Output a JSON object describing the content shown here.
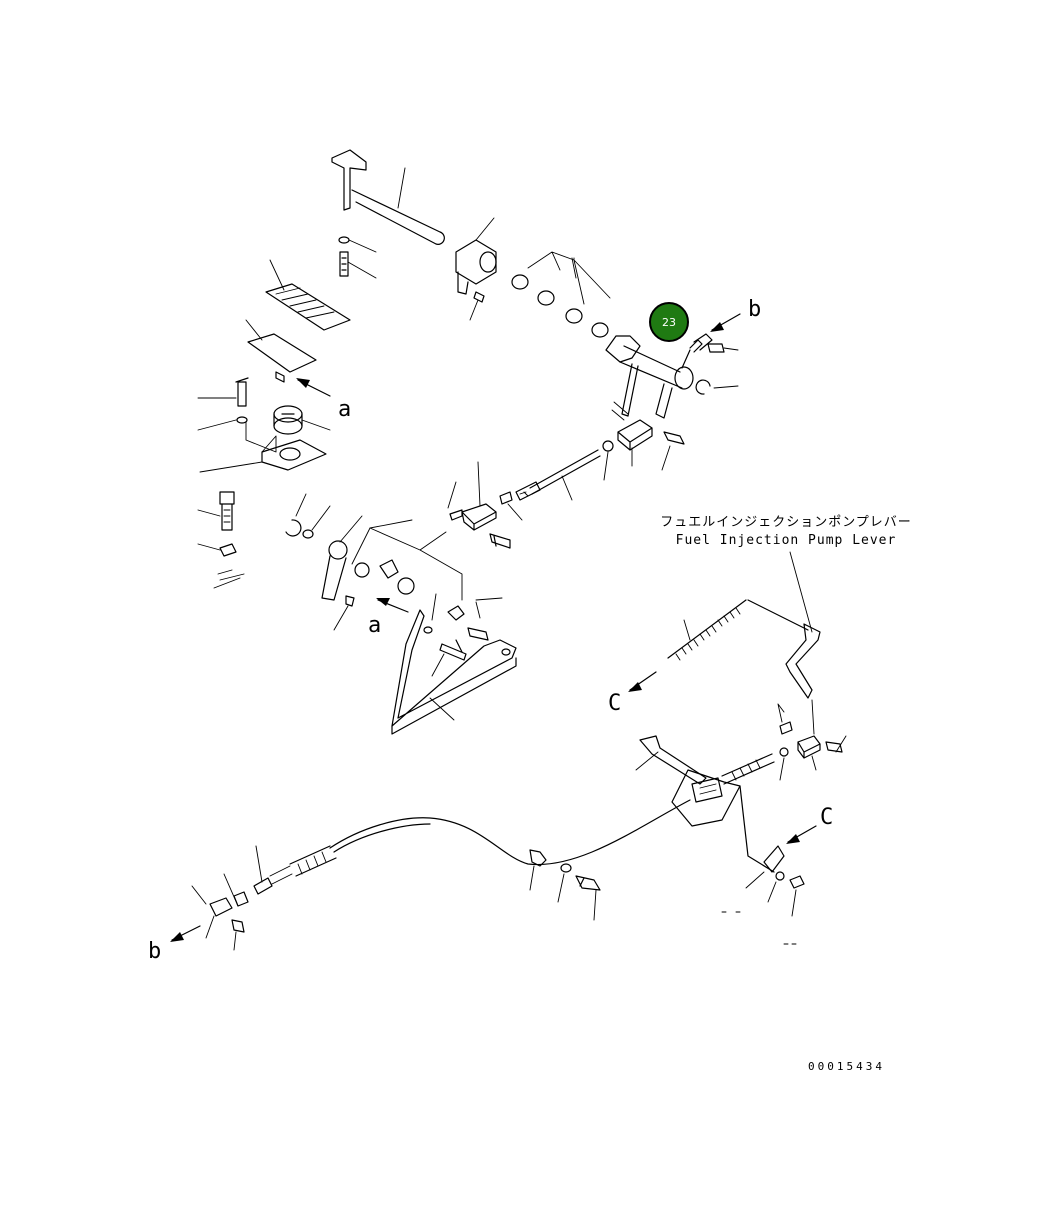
{
  "caption": {
    "japanese": "フュエルインジェクションポンプレバー",
    "english": "Fuel Injection Pump Lever"
  },
  "highlight": {
    "number": "23",
    "color": "#1f7a12",
    "ring_color": "#000000"
  },
  "view_labels": {
    "a": "a",
    "b": "b",
    "c": "C"
  },
  "doc_id": "00015434"
}
